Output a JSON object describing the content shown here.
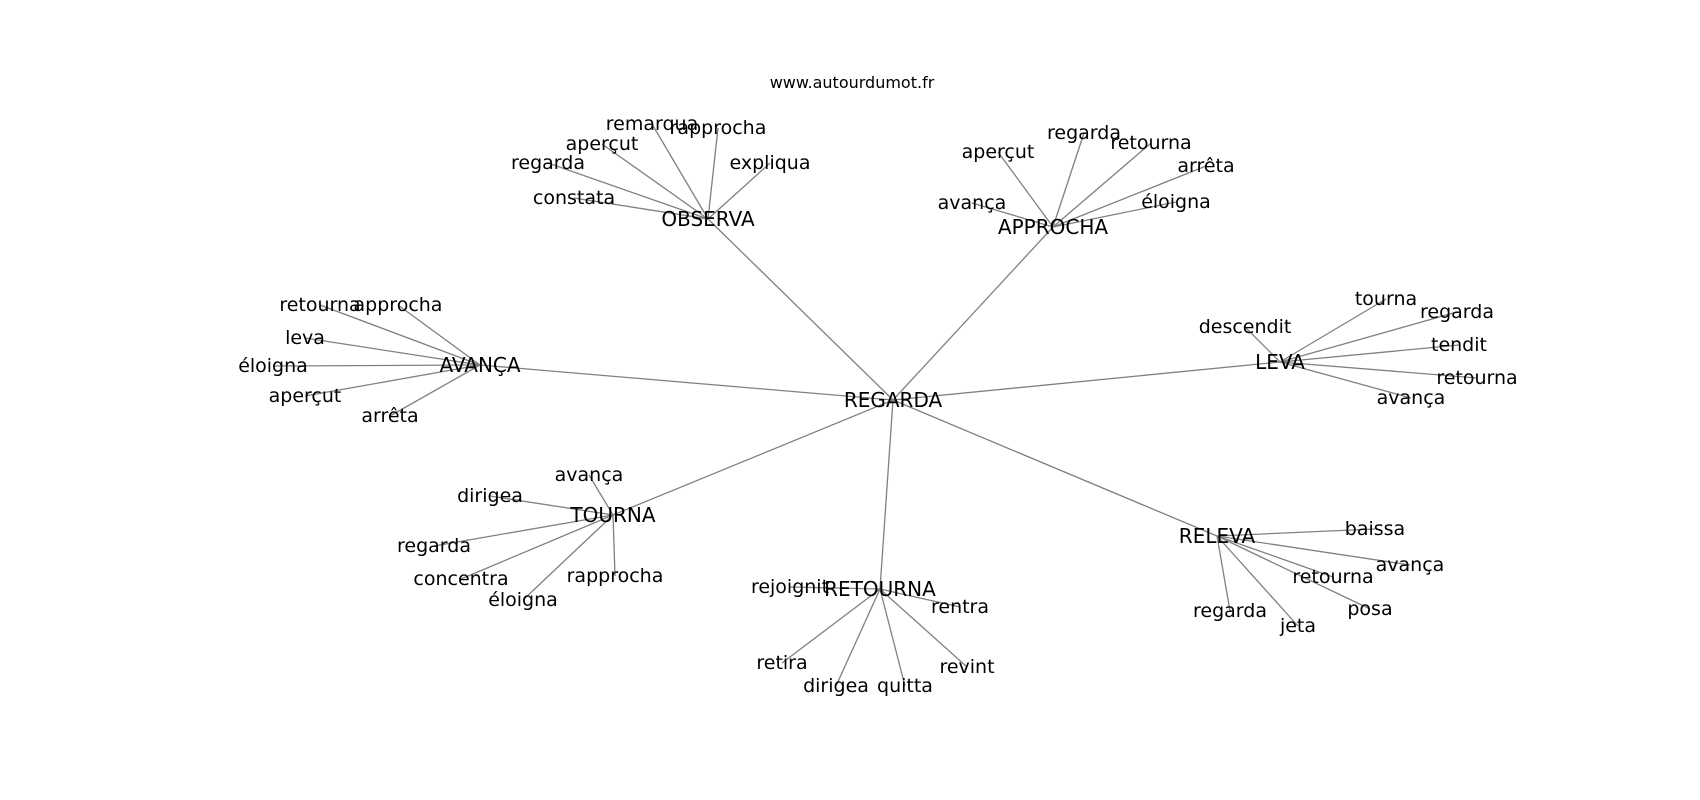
{
  "header": {
    "credit": "www.autourdumot.fr"
  },
  "graph": {
    "root": "REGARDA",
    "clusters": [
      {
        "hub": "OBSERVA",
        "leaves": [
          "remarqua",
          "rapprocha",
          "aperçut",
          "regarda",
          "expliqua",
          "constata"
        ]
      },
      {
        "hub": "APPROCHA",
        "leaves": [
          "regarda",
          "retourna",
          "aperçut",
          "arrêta",
          "avança",
          "éloigna"
        ]
      },
      {
        "hub": "AVANÇA",
        "leaves": [
          "retourna",
          "approcha",
          "leva",
          "éloigna",
          "aperçut",
          "arrêta"
        ]
      },
      {
        "hub": "LEVA",
        "leaves": [
          "tourna",
          "descendit",
          "regarda",
          "tendit",
          "retourna",
          "avança"
        ]
      },
      {
        "hub": "TOURNA",
        "leaves": [
          "avança",
          "dirigea",
          "regarda",
          "concentra",
          "rapprocha",
          "éloigna"
        ]
      },
      {
        "hub": "RETOURNA",
        "leaves": [
          "rejoignit",
          "rentra",
          "retira",
          "revint",
          "dirigea",
          "quitta"
        ]
      },
      {
        "hub": "RELEVA",
        "leaves": [
          "baissa",
          "avança",
          "retourna",
          "posa",
          "regarda",
          "jeta"
        ]
      }
    ]
  }
}
